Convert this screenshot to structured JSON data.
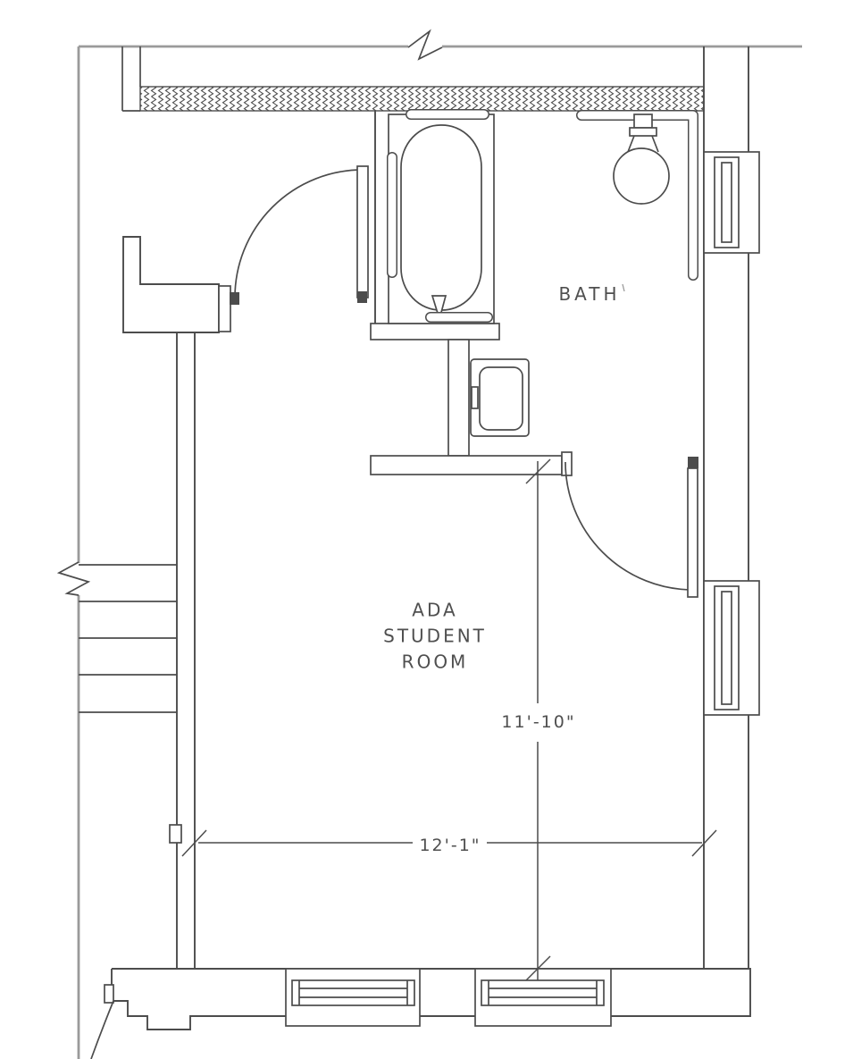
{
  "labels": {
    "bath": "BATH",
    "room": [
      "ADA",
      "STUDENT",
      "ROOM"
    ]
  },
  "dimensions": {
    "room_depth": "11'-10\"",
    "room_width": "12'-1\""
  },
  "colors": {
    "background": "#ffffff",
    "line": "#4c4c4c",
    "exterior_wall": "#9a9a9a",
    "text": "#4f4f4f"
  },
  "fixtures": [
    "bathtub",
    "grab-bars",
    "lavatory-sink",
    "ceiling-light",
    "stairs",
    "windows",
    "door-swings",
    "insulation-hatch"
  ]
}
